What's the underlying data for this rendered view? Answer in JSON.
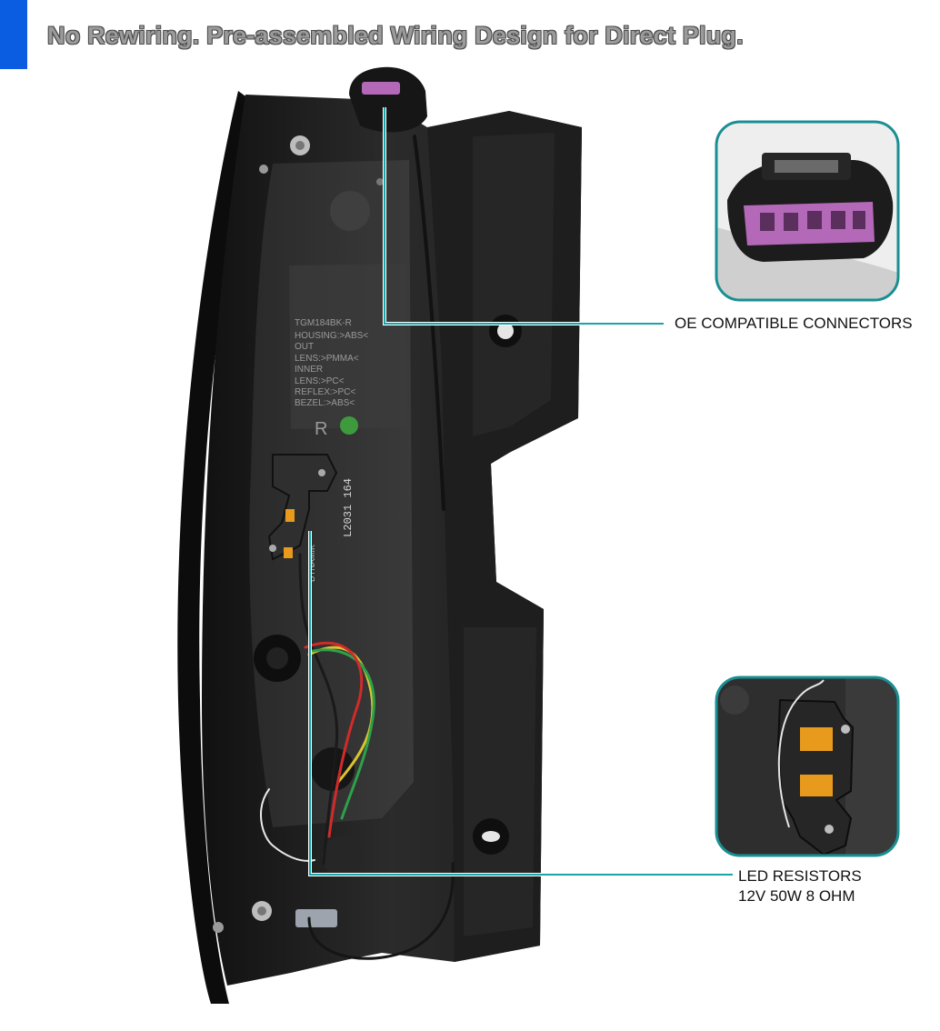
{
  "headline": "No Rewiring. Pre-assembled Wiring Design for Direct Plug.",
  "callouts": {
    "connectors": {
      "label": "OE COMPATIBLE CONNECTORS"
    },
    "resistors": {
      "label_line1": "LED RESISTORS",
      "label_line2": "12V 50W 8 OHM"
    }
  },
  "housing_text": {
    "part_number": "TGM184BK-R",
    "material_lines": [
      "HOUSING:>ABS<",
      "OUT",
      "LENS:>PMMA<",
      "INNER",
      "LENS:>PC<",
      "REFLEX:>PC<",
      "BEZEL:>ABS<"
    ],
    "side_mark": "R",
    "stamp_code": "L2031 164",
    "brand": "DYNAMIK"
  },
  "colors": {
    "accent": "#0a5ce0",
    "callout_line": "#1aa3a8",
    "connector_plug": "#b468b8",
    "resistor_amber": "#e89a1c"
  }
}
